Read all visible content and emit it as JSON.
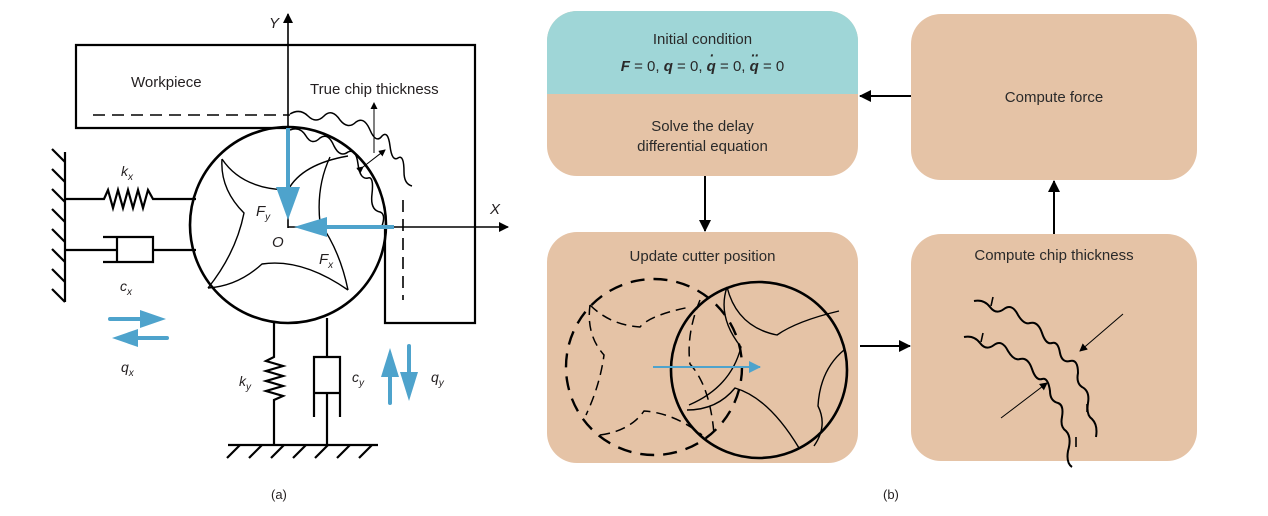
{
  "panel_a": {
    "caption": "(a)",
    "labels": {
      "workpiece": "Workpiece",
      "true_chip_thickness": "True chip thickness",
      "axis_y": "Y",
      "axis_x": "X",
      "origin": "O",
      "force_x": "F",
      "force_x_sub": "x",
      "force_y": "F",
      "force_y_sub": "y",
      "stiffness_x": "k",
      "stiffness_x_sub": "x",
      "damping_x": "c",
      "damping_x_sub": "x",
      "stiffness_y": "k",
      "stiffness_y_sub": "y",
      "damping_y": "c",
      "damping_y_sub": "y",
      "displacement_x": "q",
      "displacement_x_sub": "x",
      "displacement_y": "q",
      "displacement_y_sub": "y"
    },
    "colors": {
      "force_arrow": "#4ea3cc",
      "line": "#000000"
    }
  },
  "panel_b": {
    "caption": "(b)",
    "boxes": {
      "initial": {
        "title": "Initial condition",
        "equation": [
          {
            "sym": "F",
            "dots": "",
            "val": " = 0, "
          },
          {
            "sym": "q",
            "dots": "",
            "val": " = 0, "
          },
          {
            "sym": "q",
            "dots": "·",
            "val": " = 0, "
          },
          {
            "sym": "q",
            "dots": "··",
            "val": " = 0"
          }
        ],
        "solve_line1": "Solve the delay",
        "solve_line2": "differential equation"
      },
      "update": {
        "title": "Update cutter position"
      },
      "chip": {
        "title": "Compute chip thickness"
      },
      "force": {
        "title": "Compute force"
      }
    },
    "colors": {
      "box_fill": "#e5c3a6",
      "init_fill": "#9fd6d7",
      "shift_arrow": "#4ea3cc"
    }
  }
}
